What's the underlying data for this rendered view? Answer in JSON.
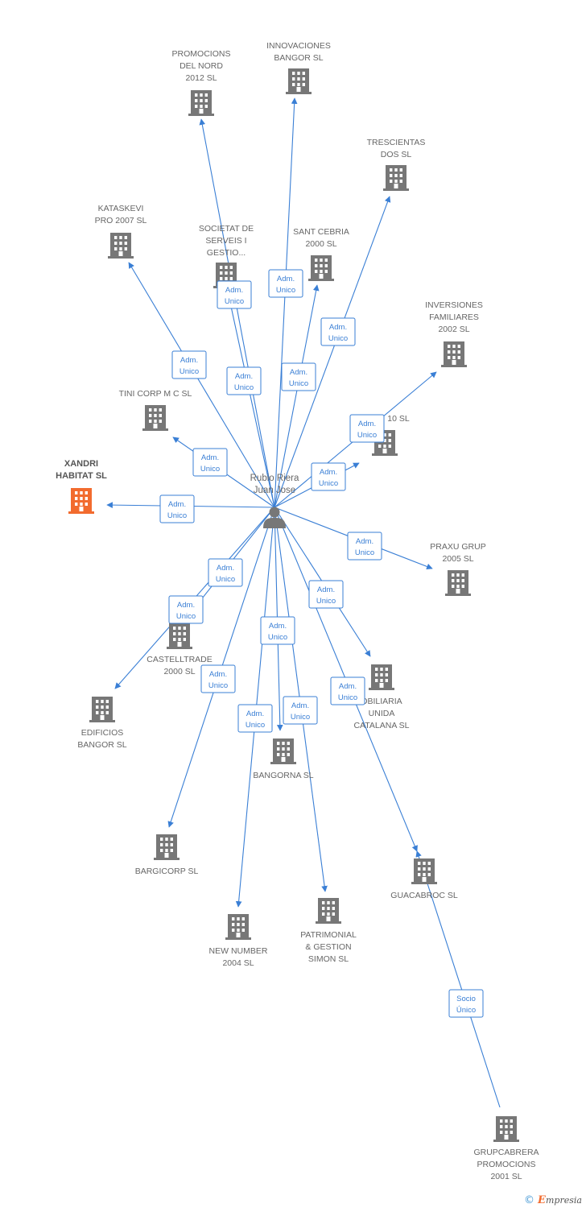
{
  "person": {
    "id": "person",
    "label": [
      "Rubio Riera",
      "Juan Jose"
    ]
  },
  "companies": [
    {
      "id": "promocions",
      "label": [
        "PROMOCIONS",
        "DEL NORD",
        "2012  SL"
      ]
    },
    {
      "id": "innovaciones",
      "label": [
        "INNOVACIONES",
        "BANGOR SL"
      ]
    },
    {
      "id": "trescientas",
      "label": [
        "TRESCIENTAS",
        "DOS SL"
      ]
    },
    {
      "id": "kataskevi",
      "label": [
        "KATASKEVI",
        "PRO 2007 SL"
      ]
    },
    {
      "id": "societat",
      "label": [
        "SOCIETAT DE",
        "SERVEIS I",
        "GESTIO..."
      ]
    },
    {
      "id": "santcebria",
      "label": [
        "SANT CEBRIA",
        "2000 SL"
      ]
    },
    {
      "id": "inversiones",
      "label": [
        "INVERSIONES",
        "FAMILIARES",
        "2002 SL"
      ]
    },
    {
      "id": "tinicorp",
      "label": [
        "TINI CORP M C SL"
      ]
    },
    {
      "id": "x10",
      "label": [
        "10 SL"
      ]
    },
    {
      "id": "xandri",
      "label": [
        "XANDRI",
        "HABITAT SL"
      ],
      "highlight": true
    },
    {
      "id": "praxu",
      "label": [
        "PRAXU GRUP",
        "2005 SL"
      ]
    },
    {
      "id": "castelltrade",
      "label": [
        "CASTELLTRADE",
        "2000 SL"
      ]
    },
    {
      "id": "edificios",
      "label": [
        "EDIFICIOS",
        "BANGOR SL"
      ]
    },
    {
      "id": "obiliaria",
      "label": [
        "OBILIARIA",
        "UNIDA",
        "CATALANA SL"
      ]
    },
    {
      "id": "bangorna",
      "label": [
        "BANGORNA SL"
      ]
    },
    {
      "id": "bargicorp",
      "label": [
        "BARGICORP SL"
      ]
    },
    {
      "id": "guacabroc",
      "label": [
        "GUACABROC SL"
      ]
    },
    {
      "id": "newnumber",
      "label": [
        "NEW NUMBER",
        "2004 SL"
      ]
    },
    {
      "id": "patrimonial",
      "label": [
        "PATRIMONIAL",
        "& GESTION",
        "SIMON SL"
      ]
    },
    {
      "id": "grupcabrera",
      "label": [
        "GRUPCABRERA",
        "PROMOCIONS",
        "2001 SL"
      ]
    }
  ],
  "edges": [
    {
      "from": "person",
      "to": "promocions",
      "role": [
        "Adm.",
        "Unico"
      ]
    },
    {
      "from": "person",
      "to": "innovaciones",
      "role": [
        "Adm.",
        "Unico"
      ]
    },
    {
      "from": "person",
      "to": "trescientas",
      "role": [
        "Adm.",
        "Unico"
      ]
    },
    {
      "from": "person",
      "to": "kataskevi",
      "role": [
        "Adm.",
        "Unico"
      ]
    },
    {
      "from": "person",
      "to": "societat",
      "role": [
        "Adm.",
        "Unico"
      ]
    },
    {
      "from": "person",
      "to": "santcebria",
      "role": [
        "Adm.",
        "Unico"
      ]
    },
    {
      "from": "person",
      "to": "inversiones",
      "role": [
        "Adm.",
        "Unico"
      ]
    },
    {
      "from": "person",
      "to": "tinicorp",
      "role": [
        "Adm.",
        "Unico"
      ]
    },
    {
      "from": "person",
      "to": "x10",
      "role": [
        "Adm.",
        "Unico"
      ]
    },
    {
      "from": "person",
      "to": "xandri",
      "role": [
        "Adm.",
        "Unico"
      ]
    },
    {
      "from": "person",
      "to": "praxu",
      "role": [
        "Adm.",
        "Unico"
      ]
    },
    {
      "from": "person",
      "to": "castelltrade",
      "role": [
        "Adm.",
        "Unico"
      ]
    },
    {
      "from": "person",
      "to": "edificios",
      "role": [
        "Adm.",
        "Unico"
      ]
    },
    {
      "from": "person",
      "to": "obiliaria",
      "role": [
        "Adm.",
        "Unico"
      ]
    },
    {
      "from": "person",
      "to": "bangorna",
      "role": [
        "Adm.",
        "Unico"
      ]
    },
    {
      "from": "person",
      "to": "bargicorp",
      "role": [
        "Adm.",
        "Unico"
      ]
    },
    {
      "from": "person",
      "to": "guacabroc",
      "role": [
        "Adm.",
        "Unico"
      ]
    },
    {
      "from": "person",
      "to": "newnumber",
      "role": [
        "Adm.",
        "Unico"
      ]
    },
    {
      "from": "person",
      "to": "patrimonial",
      "role": [
        "Adm.",
        "Unico"
      ]
    },
    {
      "from": "grupcabrera",
      "to": "guacabroc",
      "role": [
        "Socio",
        "Único"
      ]
    }
  ],
  "footer": {
    "copyright": "©",
    "brand_initial": "E",
    "brand_rest": "mpresia"
  },
  "colors": {
    "edge": "#3a7fd5",
    "building": "#777777",
    "highlight": "#f26b2e",
    "person": "#777777"
  }
}
